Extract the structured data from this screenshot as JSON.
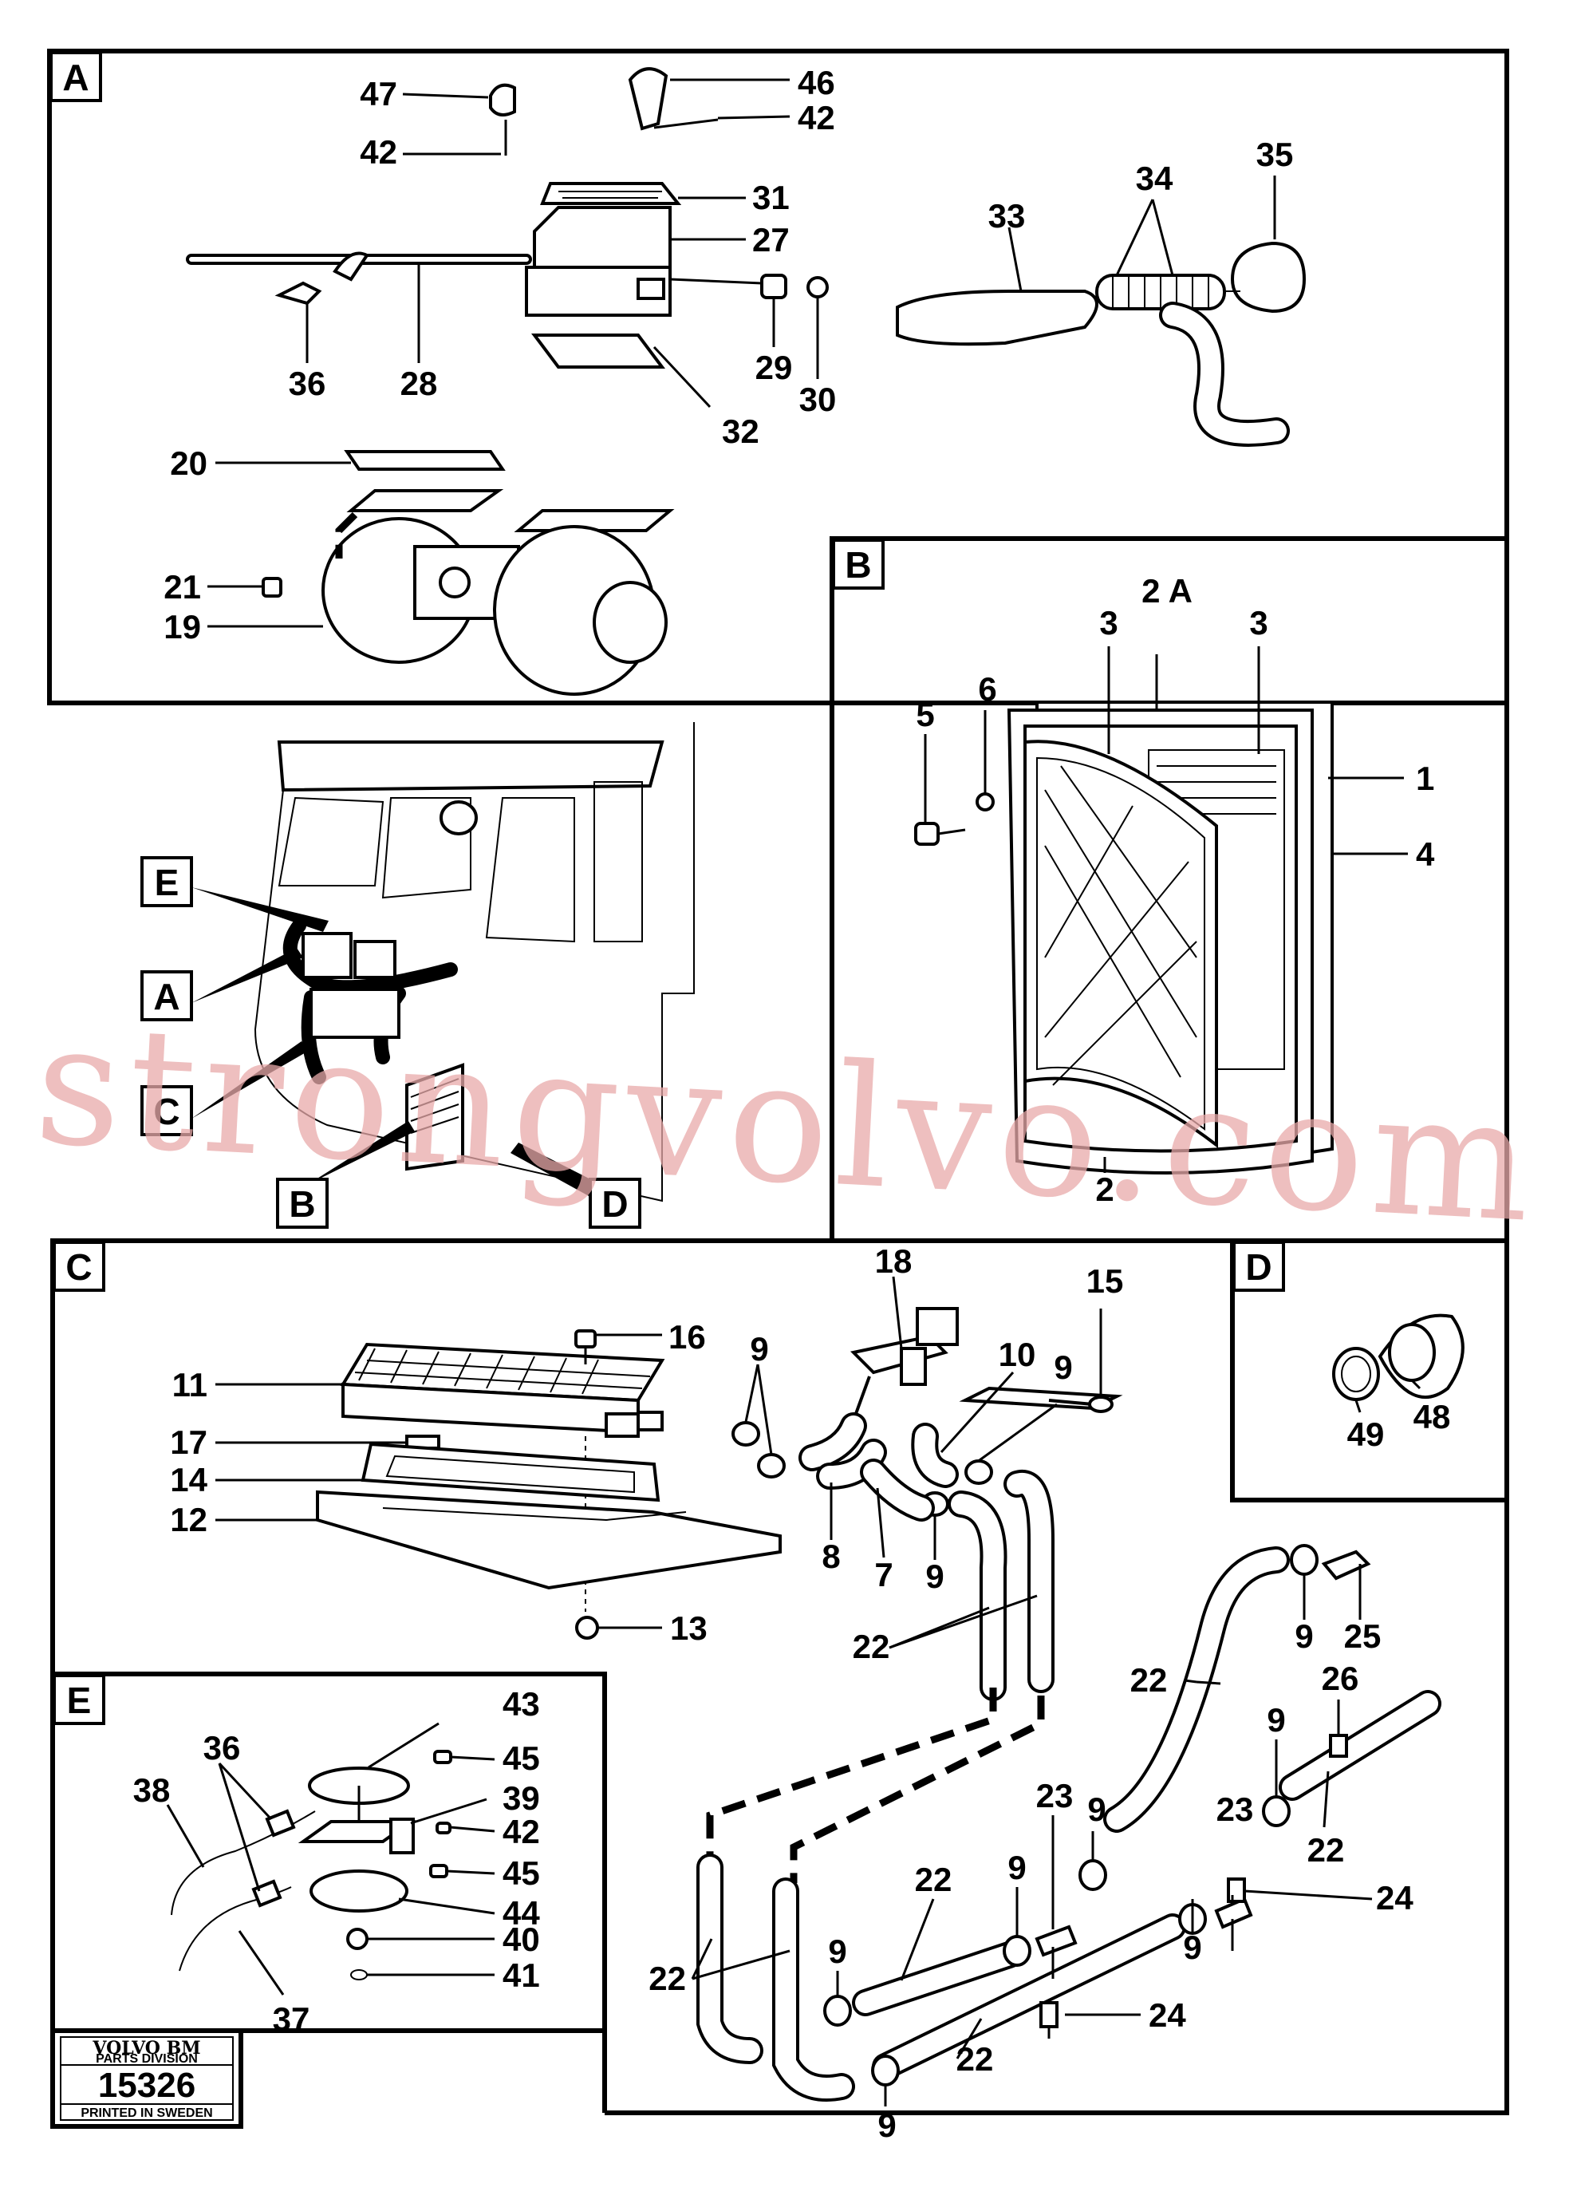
{
  "panels": {
    "A": "A",
    "B": "B",
    "C": "C",
    "D": "D",
    "E": "E"
  },
  "cab_tags": {
    "E": "E",
    "A": "A",
    "C": "C",
    "B": "B",
    "D": "D"
  },
  "callouts_a": {
    "p47": "47",
    "p46": "46",
    "p42a": "42",
    "p42b": "42",
    "p31": "31",
    "p27": "27",
    "p28": "28",
    "p36": "36",
    "p29": "29",
    "p30": "30",
    "p32": "32",
    "p33": "33",
    "p34": "34",
    "p35": "35",
    "p20": "20",
    "p21": "21",
    "p19": "19"
  },
  "callouts_b": {
    "p5": "5",
    "p6": "6",
    "p3a": "3",
    "p2A": "2 A",
    "p3b": "3",
    "p1": "1",
    "p4": "4",
    "p2": "2"
  },
  "callouts_c": {
    "p16": "16",
    "p18": "18",
    "p15": "15",
    "p11": "11",
    "p9a": "9",
    "p10": "10",
    "p9b": "9",
    "p17": "17",
    "p14": "14",
    "p12": "12",
    "p8": "8",
    "p7": "7",
    "p9c": "9",
    "p13": "13",
    "p22a": "22",
    "p22b": "22",
    "p9d": "9",
    "p25": "25",
    "p26": "26",
    "p9e": "9",
    "p23a": "23",
    "p9f": "9",
    "p9g": "9",
    "p22c": "22",
    "p23b": "23",
    "p22d": "22",
    "p24a": "24",
    "p9h": "9",
    "p9i": "9",
    "p22e": "22",
    "p24b": "24",
    "p22f": "22",
    "p9j": "9"
  },
  "callouts_d": {
    "p49": "49",
    "p48": "48"
  },
  "callouts_e": {
    "p43": "43",
    "p36": "36",
    "p45a": "45",
    "p38": "38",
    "p39": "39",
    "p42": "42",
    "p45b": "45",
    "p44": "44",
    "p40": "40",
    "p41": "41",
    "p37": "37"
  },
  "logo": {
    "brand": "VOLVO BM",
    "division": "PARTS DIVISION",
    "number": "15326",
    "printed": "PRINTED IN SWEDEN"
  },
  "watermark": "strongvolvo.com"
}
